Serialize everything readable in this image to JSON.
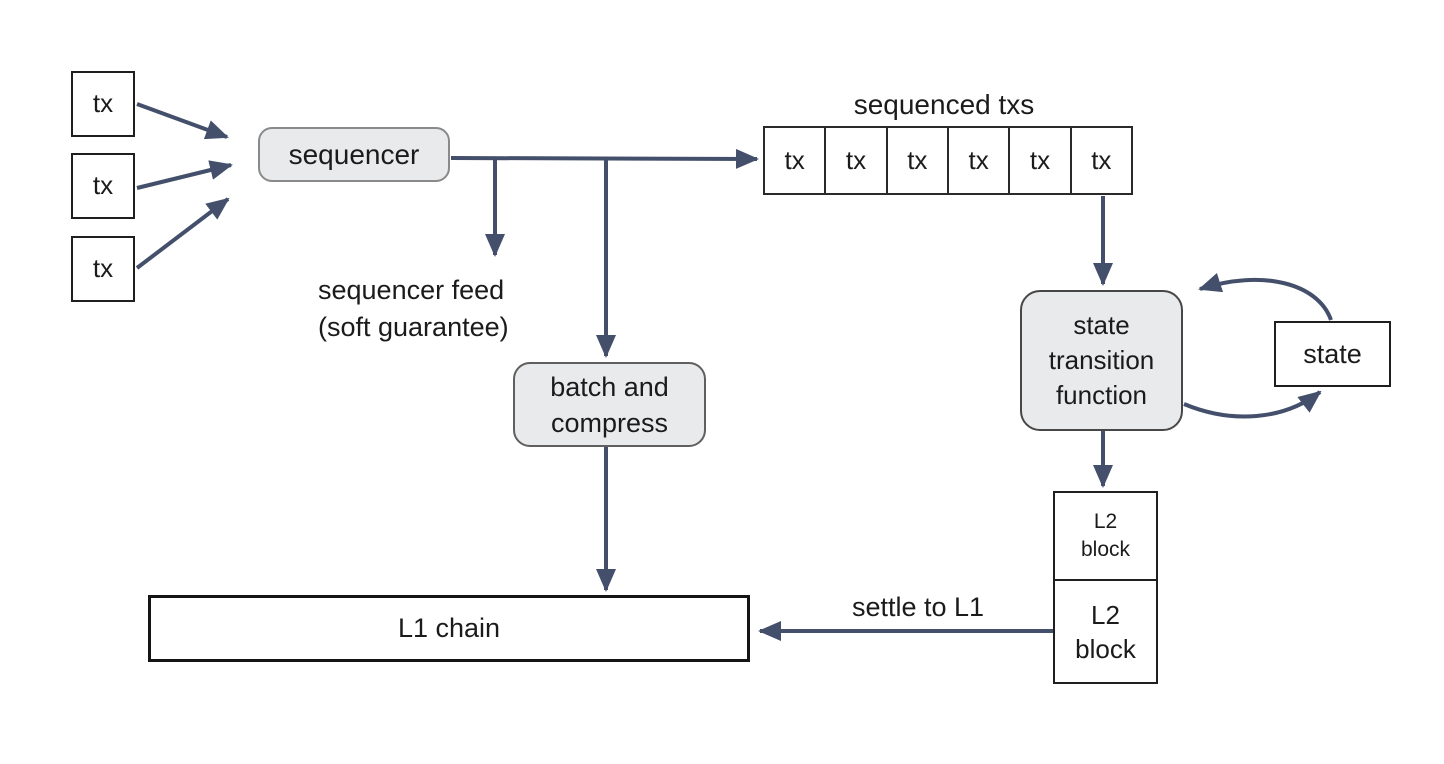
{
  "diagram": {
    "arrow_color": "#44506B",
    "node_fill": "#E9EAEB",
    "tx_inputs": [
      "tx",
      "tx",
      "tx"
    ],
    "sequencer": {
      "label": "sequencer"
    },
    "sequenced_txs": {
      "title": "sequenced txs",
      "cells": [
        "tx",
        "tx",
        "tx",
        "tx",
        "tx",
        "tx"
      ]
    },
    "sequencer_feed": {
      "line1": "sequencer feed",
      "line2": "(soft guarantee)"
    },
    "batch_compress": {
      "line1": "batch and",
      "line2": "compress"
    },
    "state_transition_function": {
      "line1": "state",
      "line2": "transition",
      "line3": "function"
    },
    "state": {
      "label": "state"
    },
    "l2_blocks": [
      {
        "line1": "L2",
        "line2": "block"
      },
      {
        "line1": "L2",
        "line2": "block"
      }
    ],
    "l1_chain": {
      "label": "L1 chain"
    },
    "settle_to_l1": {
      "label": "settle to L1"
    }
  }
}
